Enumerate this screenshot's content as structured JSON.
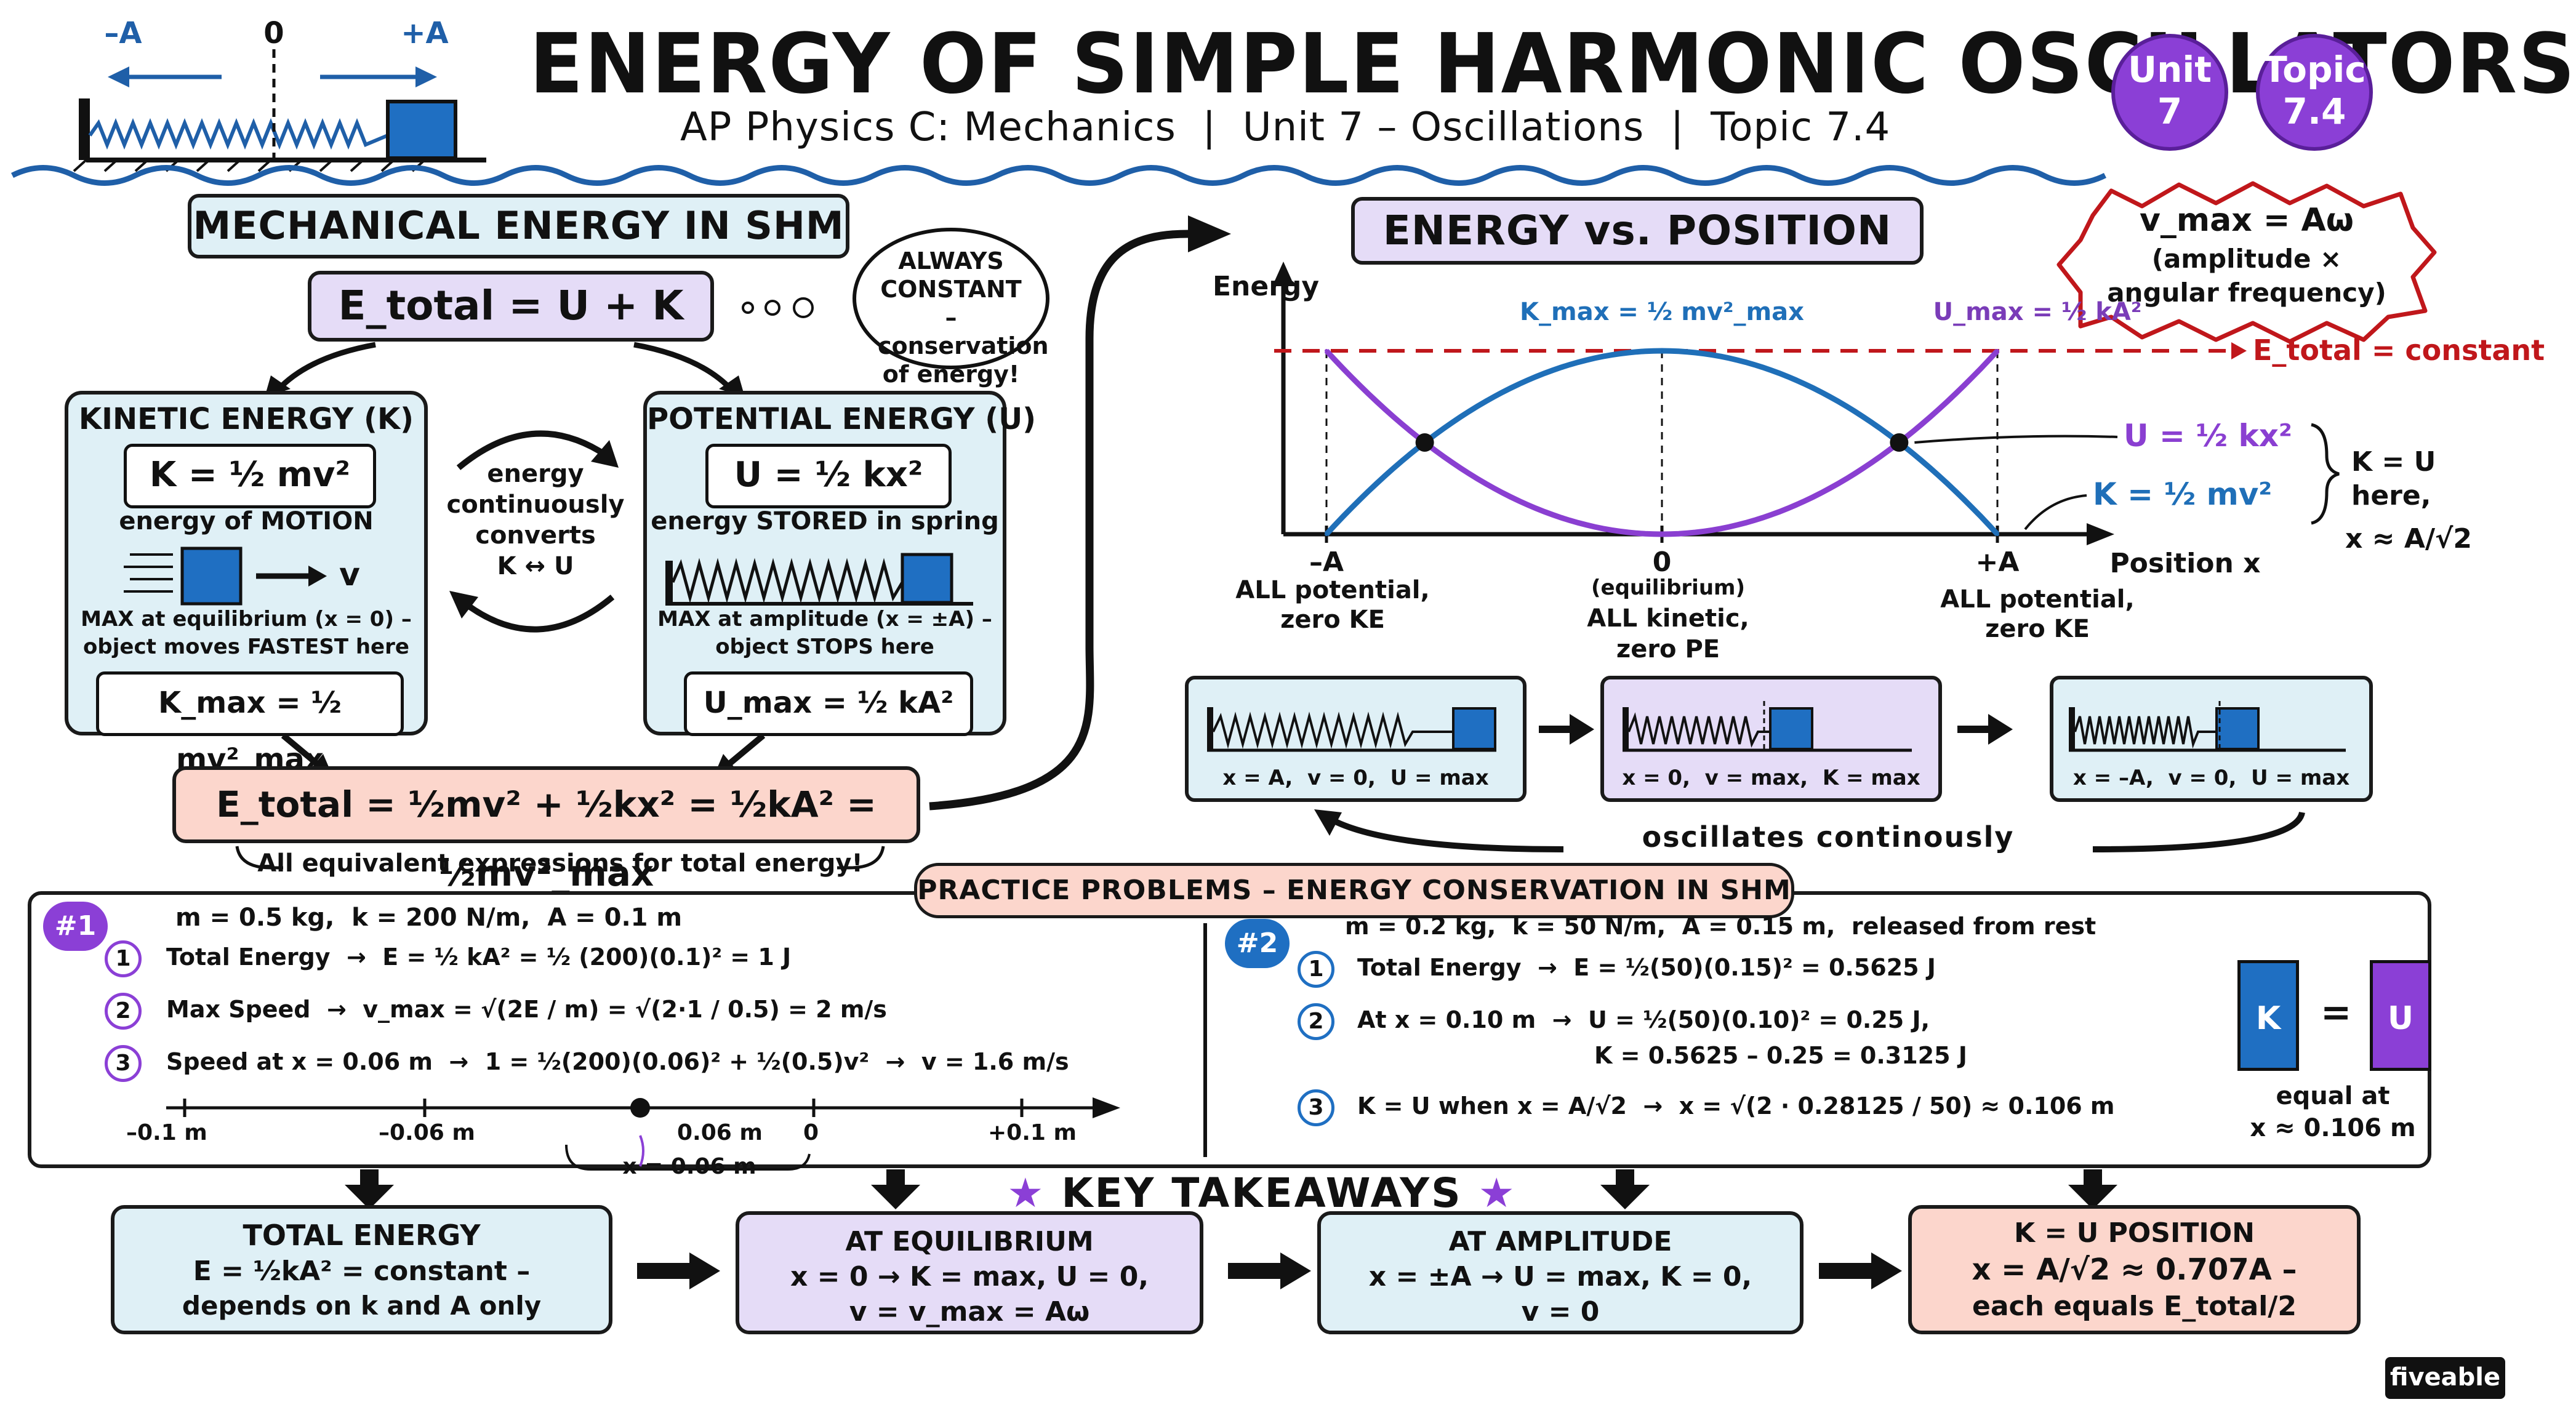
{
  "header": {
    "title": "ENERGY OF SIMPLE HARMONIC OSCILLATORS",
    "subtitle": "AP Physics C: Mechanics  |  Unit 7 – Oscillations  |  Topic 7.4",
    "badge_unit": [
      "Unit",
      "7"
    ],
    "badge_topic": [
      "Topic",
      "7.4"
    ],
    "spring_labels": {
      "neg": "–A",
      "zero": "0",
      "pos": "+A"
    }
  },
  "mech": {
    "heading": "MECHANICAL ENERGY IN SHM",
    "total_eq": "E_total = U + K",
    "thought": "ALWAYS CONSTANT – conservation of energy!",
    "kinetic": {
      "title": "KINETIC ENERGY (K)",
      "formula": "K = ½ mv²",
      "desc": "energy of MOTION",
      "v_label": "v",
      "note1": "MAX at equilibrium (x = 0) –",
      "note2": "object moves FASTEST here",
      "max": "K_max = ½ mv²_max"
    },
    "potential": {
      "title": "POTENTIAL ENERGY (U)",
      "formula": "U = ½ kx²",
      "desc": "energy STORED in spring",
      "note1": "MAX at amplitude (x = ±A) –",
      "note2": "object STOPS here",
      "max": "U_max = ½ kA²"
    },
    "converts": [
      "energy",
      "continuously",
      "converts",
      "K ↔ U"
    ],
    "total_full": "E_total = ½mv² + ½kx² = ½kA² = ½mv²_max",
    "equiv_note": "All equivalent expressions for total energy!"
  },
  "graph": {
    "heading": "ENERGY vs. POSITION",
    "ylabel": "Energy",
    "xlabel": "Position x",
    "vmax_cloud": [
      "v_max = Aω",
      "(amplitude ×",
      "angular frequency)"
    ],
    "kmax_label": "K_max = ½ mv²_max",
    "umax_label": "U_max = ½ kA²",
    "etotal_label": "E_total = constant",
    "u_curve_label": "U = ½ kx²",
    "k_curve_label": "K = ½ mv²",
    "k_eq_u": [
      "K = U",
      "here,",
      "x ≈ A/√2"
    ],
    "ticks": [
      "–A",
      "0",
      "+A"
    ],
    "equilibrium": "(equilibrium)",
    "left_note": [
      "ALL potential,",
      "zero KE"
    ],
    "mid_note": [
      "ALL kinetic,",
      "zero PE"
    ],
    "right_note": [
      "ALL potential,",
      "zero KE"
    ]
  },
  "chart_data": {
    "type": "line",
    "xlabel": "Position x",
    "ylabel": "Energy",
    "x_ticks": [
      "–A",
      "0",
      "+A"
    ],
    "series": [
      {
        "name": "U = ½ kx²",
        "color": "#8a3fd1",
        "x": [
          -1,
          -0.5,
          0,
          0.5,
          1
        ],
        "values": [
          1,
          0.25,
          0,
          0.25,
          1
        ]
      },
      {
        "name": "K = ½ mv²",
        "color": "#1f6fb8",
        "x": [
          -1,
          -0.5,
          0,
          0.5,
          1
        ],
        "values": [
          0,
          0.75,
          1,
          0.75,
          0
        ]
      }
    ],
    "reference_line": {
      "label": "E_total = constant",
      "value": 1,
      "color": "#c0171b"
    }
  },
  "states": [
    {
      "caption": "x = A,  v = 0,  U = max"
    },
    {
      "caption": "x = 0,  v = max,  K = max"
    },
    {
      "caption": "x = –A,  v = 0,  U = max"
    }
  ],
  "oscillates": "oscillates continously",
  "practice": {
    "heading": "PRACTICE PROBLEMS – ENERGY CONSERVATION IN SHM",
    "p1": {
      "tag": "#1",
      "given": "m = 0.5 kg,  k = 200 N/m,  A = 0.1 m",
      "steps": [
        "Total Energy  →  E = ½ kA² = ½ (200)(0.1)² = 1 J",
        "Max Speed  →  v_max = √(2E / m) = √(2·1 / 0.5) = 2 m/s",
        "Speed at x = 0.06 m  →  1 = ½(200)(0.06)² + ½(0.5)v²  →  v = 1.6 m/s"
      ],
      "nums": [
        "1",
        "2",
        "3"
      ],
      "number_line": [
        "–0.1 m",
        "–0.06 m",
        "0.06 m",
        "0",
        "+0.1 m"
      ],
      "marker": "x = 0.06 m"
    },
    "p2": {
      "tag": "#2",
      "given": "m = 0.2 kg,  k = 50 N/m,  A = 0.15 m,  released from rest",
      "steps": [
        "Total Energy  →  E = ½(50)(0.15)² = 0.5625 J",
        "At x = 0.10 m  →  U = ½(50)(0.10)² = 0.25 J,",
        "K = 0.5625 – 0.25 = 0.3125 J",
        "K = U when x = A/√2  →  x = √(2 · 0.28125 / 50) ≈ 0.106 m"
      ],
      "nums": [
        "1",
        "2",
        "3"
      ],
      "bar_k": "K",
      "bar_eq": "=",
      "bar_u": "U",
      "bar_note": [
        "equal at",
        "x ≈ 0.106 m"
      ]
    }
  },
  "takeaways": {
    "heading": "KEY TAKEAWAYS",
    "cards": [
      {
        "title": "TOTAL ENERGY",
        "l1": "E = ½kA² = constant –",
        "l2": "depends on k and A only"
      },
      {
        "title": "AT EQUILIBRIUM",
        "l1": "x = 0 → K = max, U = 0,",
        "l2": "v = v_max = Aω"
      },
      {
        "title": "AT AMPLITUDE",
        "l1": "x = ±A → U = max, K = 0,",
        "l2": "v = 0"
      },
      {
        "title": "K = U POSITION",
        "l1": "x = A/√2 ≈ 0.707A –",
        "l2": "each equals E_total/2"
      }
    ]
  },
  "brand": "fiveable",
  "colors": {
    "blue_fill": "#dff0f6",
    "purple_fill": "#e5dcf7",
    "salmon_fill": "#fcd6cc",
    "badge": "#8b3fd6",
    "red": "#c0171b",
    "blue_line": "#1f6fb8",
    "purple_line": "#8a3fd1",
    "wave": "#1f5fa8"
  }
}
